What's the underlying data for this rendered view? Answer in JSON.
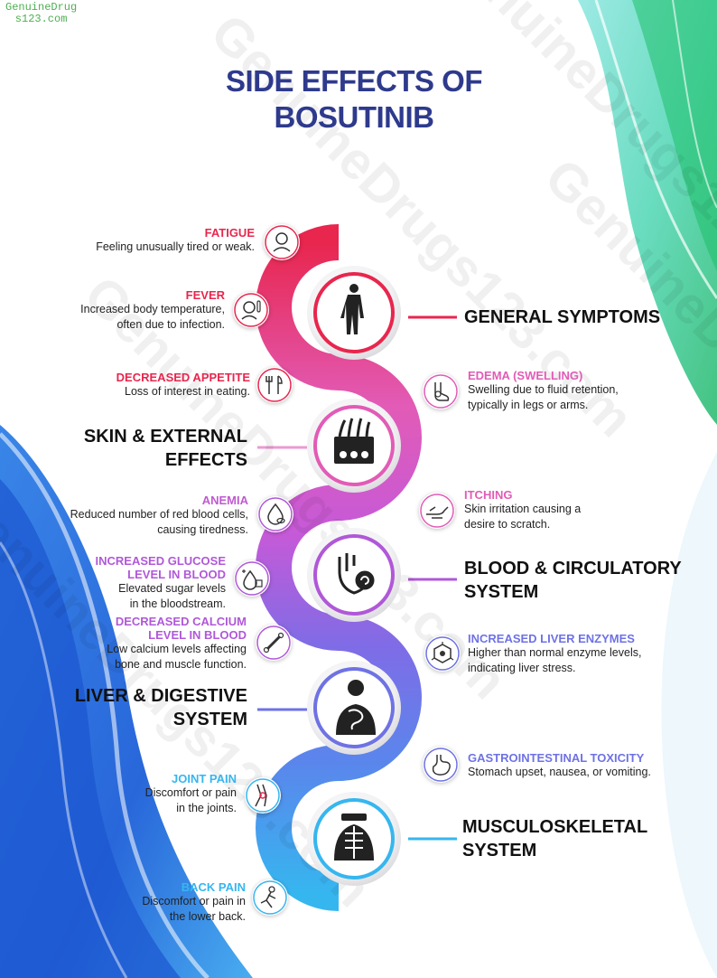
{
  "watermark": {
    "line1": "GenuineDrug",
    "line2": "s123.com",
    "diagonal": "GenuineDrugs123.com"
  },
  "title": {
    "line1": "SIDE EFFECTS OF",
    "line2": "BOSUTINIB"
  },
  "colors": {
    "title": "#2e3a8c",
    "general": "#e8264e",
    "skin": "#e25bb6",
    "blood": "#b058d8",
    "liver": "#6e72e4",
    "musculo": "#36b6ef"
  },
  "categories": {
    "general": {
      "line1": "GENERAL SYMPTOMS",
      "icon": "human-body-icon"
    },
    "skin": {
      "line1": "SKIN & EXTERNAL",
      "line2": "EFFECTS",
      "icon": "skin-layer-icon"
    },
    "blood": {
      "line1": "BLOOD & CIRCULATORY",
      "line2": "SYSTEM",
      "icon": "heart-circulation-icon"
    },
    "liver": {
      "line1": "LIVER & DIGESTIVE",
      "line2": "SYSTEM",
      "icon": "digestive-system-icon"
    },
    "musculo": {
      "line1": "MUSCULOSKELETAL",
      "line2": "SYSTEM",
      "icon": "skeleton-icon"
    }
  },
  "effects": {
    "fatigue": {
      "title": "FATIGUE",
      "line1": "Feeling unusually tired or weak.",
      "icon": "tired-person-icon"
    },
    "fever": {
      "title": "FEVER",
      "line1": "Increased body temperature,",
      "line2": "often due to infection.",
      "icon": "fever-icon"
    },
    "appetite": {
      "title": "DECREASED APPETITE",
      "line1": "Loss of interest in eating.",
      "icon": "cutlery-icon"
    },
    "edema": {
      "title": "EDEMA (SWELLING)",
      "line1": "Swelling due to fluid retention,",
      "line2": "typically in legs or arms.",
      "icon": "swollen-foot-icon"
    },
    "itching": {
      "title": "ITCHING",
      "line1": "Skin irritation causing a",
      "line2": "desire to scratch.",
      "icon": "scratching-hand-icon"
    },
    "anemia": {
      "title": "ANEMIA",
      "line1": "Reduced number of red blood cells,",
      "line2": "causing tiredness.",
      "icon": "blood-cells-icon"
    },
    "glucose": {
      "title1": "INCREASED GLUCOSE",
      "title2": "LEVEL IN BLOOD",
      "line1": "Elevated sugar levels",
      "line2": "in the bloodstream.",
      "icon": "blood-sugar-icon"
    },
    "calcium": {
      "title1": "DECREASED CALCIUM",
      "title2": "LEVEL IN BLOOD",
      "line1": "Low calcium levels affecting",
      "line2": "bone and muscle function.",
      "icon": "bone-icon"
    },
    "liver_enzymes": {
      "title": "INCREASED LIVER ENZYMES",
      "line1": "Higher than normal enzyme levels,",
      "line2": "indicating liver stress.",
      "icon": "enzyme-molecule-icon"
    },
    "gi": {
      "title": "GASTROINTESTINAL TOXICITY",
      "line1": "Stomach upset, nausea, or vomiting.",
      "icon": "stomach-icon"
    },
    "joint": {
      "title": "JOINT PAIN",
      "line1": "Discomfort or pain",
      "line2": "in the joints.",
      "icon": "knee-joint-icon"
    },
    "back": {
      "title": "BACK PAIN",
      "line1": "Discomfort or pain in",
      "line2": "the lower back.",
      "icon": "back-pain-icon"
    }
  }
}
